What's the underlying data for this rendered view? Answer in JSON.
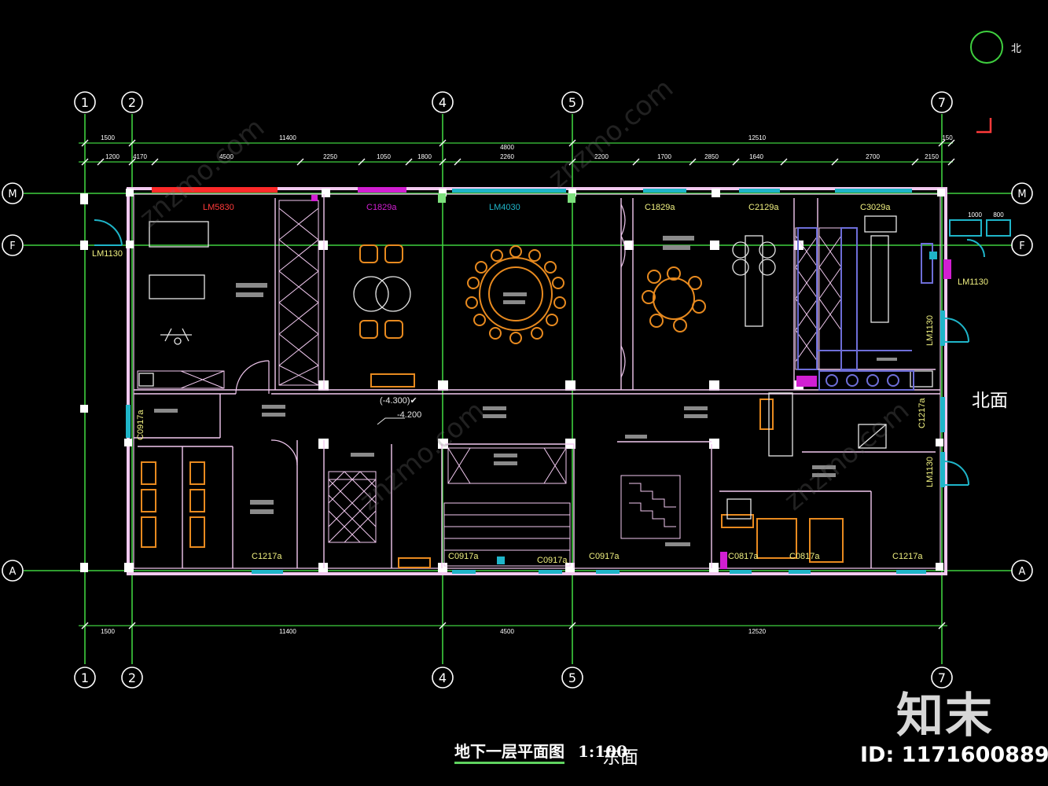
{
  "grid": {
    "columns": [
      "1",
      "2",
      "4",
      "5",
      "7"
    ],
    "rows": [
      "M",
      "F",
      "A"
    ]
  },
  "dimensions": {
    "top_outer": [
      "1500",
      "11400",
      "4800",
      "12510",
      "150"
    ],
    "top_inner": [
      "1200",
      "4170",
      "4500",
      "2250",
      "1050",
      "1800",
      "2260",
      "2200",
      "1700",
      "2850",
      "1640",
      "2700",
      "2150"
    ],
    "bottom": [
      "1500",
      "11400",
      "4500",
      "12520"
    ],
    "right_small": [
      "1000",
      "800"
    ]
  },
  "labels": {
    "windows_top": [
      "LM5830",
      "C1829a",
      "LM4030",
      "C1829a",
      "C2129a",
      "C3029a"
    ],
    "windows_bottom": [
      "C1217a",
      "C0917a",
      "C0917a",
      "C0917a",
      "C0817a",
      "C0817a",
      "C1217a"
    ],
    "doors": [
      "LM1130",
      "LM1130",
      "LM1130",
      "LM1130"
    ],
    "side_windows": [
      "C0917a",
      "C1217a"
    ],
    "elevation_note_1": "(-4.300)✔",
    "elevation_note_2": "-4.200",
    "north_arrow": "北"
  },
  "title": {
    "main": "地下一层平面图",
    "scale": "1:100"
  },
  "annotations": {
    "east": "东面",
    "north": "北面"
  },
  "brand": {
    "logo": "知末",
    "id": "ID: 1171600889",
    "watermark": "znzmo.com"
  },
  "colors": {
    "background": "#000000",
    "axis_line": "#3fcf3f",
    "wall": "#f2c9f0",
    "red_wall": "#ff2a2a",
    "window_cyan": "#1fb5c9",
    "magenta": "#d21fd2",
    "furniture_orange": "#e88a1f",
    "kitchen_blue": "#6e6ed8",
    "dimension_text": "#ffffff",
    "window_label_yellow": "#f0f080"
  }
}
